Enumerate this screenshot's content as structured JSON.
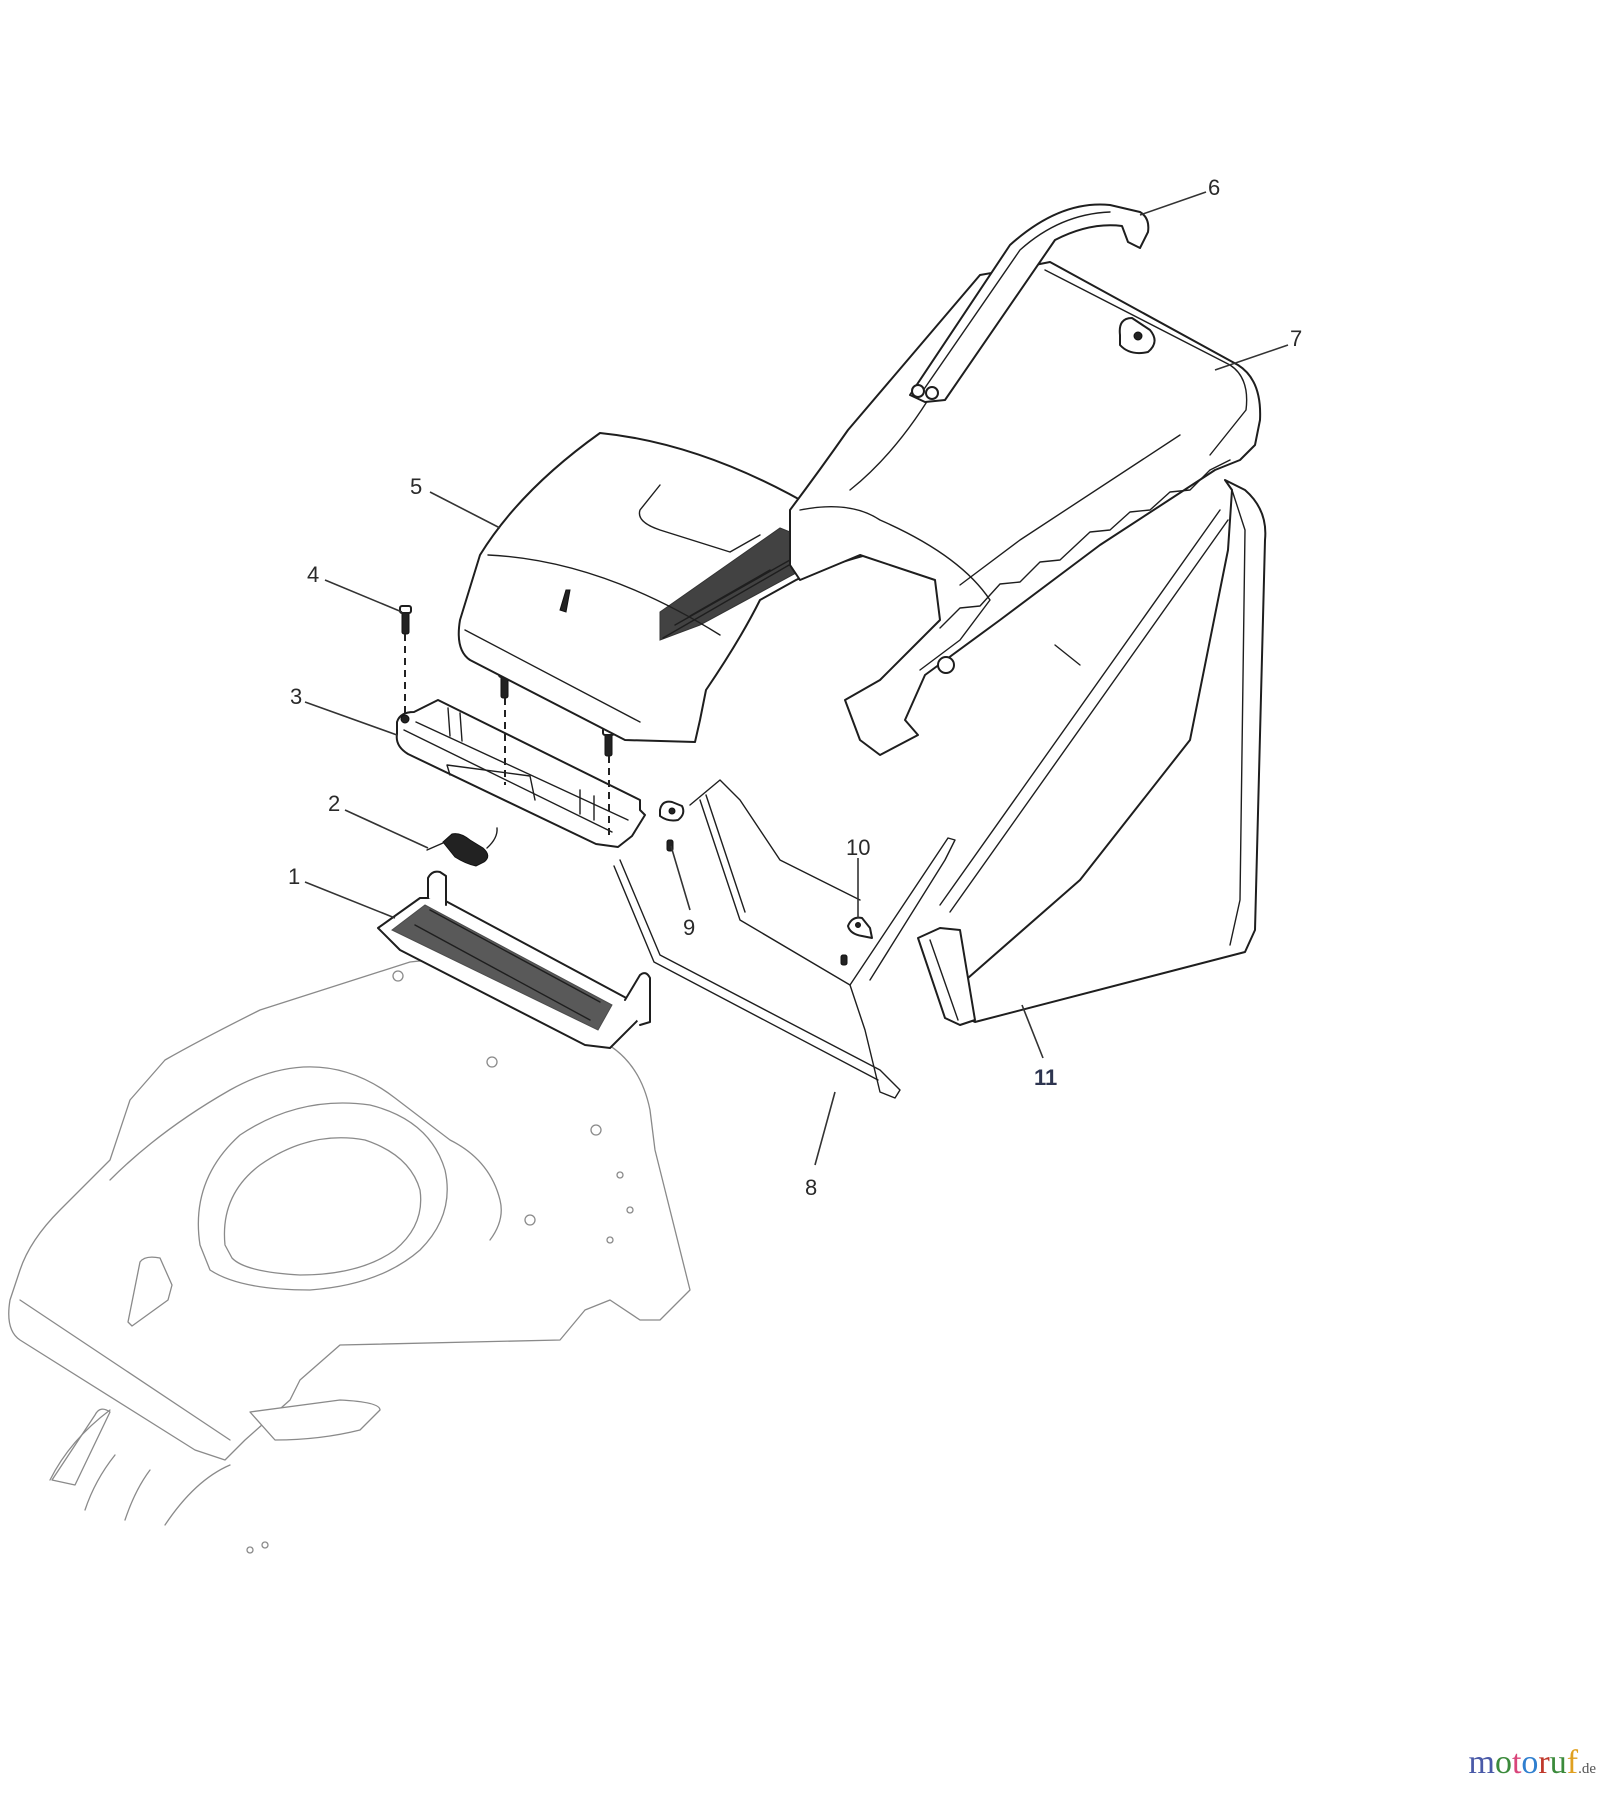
{
  "diagram": {
    "type": "exploded-parts-diagram",
    "subject": "lawn mower grass catcher assembly",
    "callouts": [
      {
        "id": "1",
        "label": "1",
        "part": "rear flap hinge bracket"
      },
      {
        "id": "2",
        "label": "2",
        "part": "torsion spring"
      },
      {
        "id": "3",
        "label": "3",
        "part": "rear flap"
      },
      {
        "id": "4",
        "label": "4",
        "part": "screw"
      },
      {
        "id": "5",
        "label": "5",
        "part": "deflector / rear guard cover"
      },
      {
        "id": "6",
        "label": "6",
        "part": "catcher handle"
      },
      {
        "id": "7",
        "label": "7",
        "part": "catcher lid"
      },
      {
        "id": "8",
        "label": "8",
        "part": "catcher frame"
      },
      {
        "id": "9",
        "label": "9",
        "part": "screw"
      },
      {
        "id": "10",
        "label": "10",
        "part": "clip"
      },
      {
        "id": "11",
        "label": "11",
        "part": "grass bag"
      }
    ]
  },
  "watermark": {
    "letters": [
      "m",
      "o",
      "t",
      "o",
      "r",
      "u",
      "f"
    ],
    "colors": [
      "#4a5aa8",
      "#3b8a3b",
      "#d9457a",
      "#2f7fcf",
      "#c0392b",
      "#3b8a3b",
      "#e0a020"
    ],
    "suffix": ".de"
  }
}
